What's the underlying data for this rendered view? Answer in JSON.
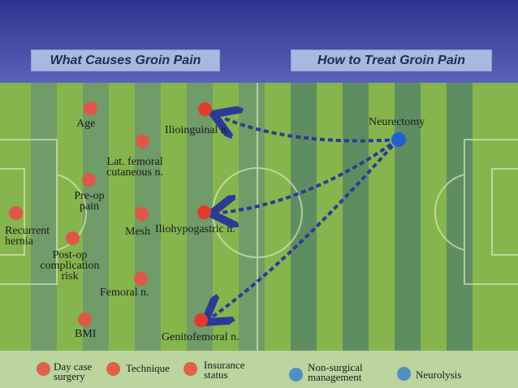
{
  "headers": {
    "left": "What Causes Groin Pain",
    "right": "How to Treat Groin Pain"
  },
  "causes": [
    {
      "id": "age",
      "label": "Age"
    },
    {
      "id": "ilioinguinal",
      "label": "Ilioinguinal n."
    },
    {
      "id": "lat-femoral",
      "label": "Lat. femoral cutaneous n."
    },
    {
      "id": "pre-op-pain",
      "label": "Pre-op pain"
    },
    {
      "id": "recurrent-hernia",
      "label": "Recurrent hernia"
    },
    {
      "id": "mesh",
      "label": "Mesh"
    },
    {
      "id": "iliohypogastric",
      "label": "Iliohypogastric n."
    },
    {
      "id": "post-op",
      "label": "Post-op complication risk"
    },
    {
      "id": "femoral",
      "label": "Femoral n."
    },
    {
      "id": "bmi",
      "label": "BMI"
    },
    {
      "id": "genitofemoral",
      "label": "Genitofemoral n."
    }
  ],
  "treatment": {
    "label": "Neurectomy"
  },
  "legend": [
    {
      "label": "Day case surgery",
      "color": "#e0604a"
    },
    {
      "label": "Technique",
      "color": "#e0604a"
    },
    {
      "label": "Insurance status",
      "color": "#e0604a"
    },
    {
      "label": "Non-surgical management",
      "color": "#4f8fc4"
    },
    {
      "label": "Neurolysis",
      "color": "#4f8fc4"
    }
  ],
  "colors": {
    "cause_dot": "#e0574a",
    "nerve_dot": "#e23b2e",
    "neurectomy_dot": "#1f5fd6",
    "arrow": "#2c3a96"
  }
}
